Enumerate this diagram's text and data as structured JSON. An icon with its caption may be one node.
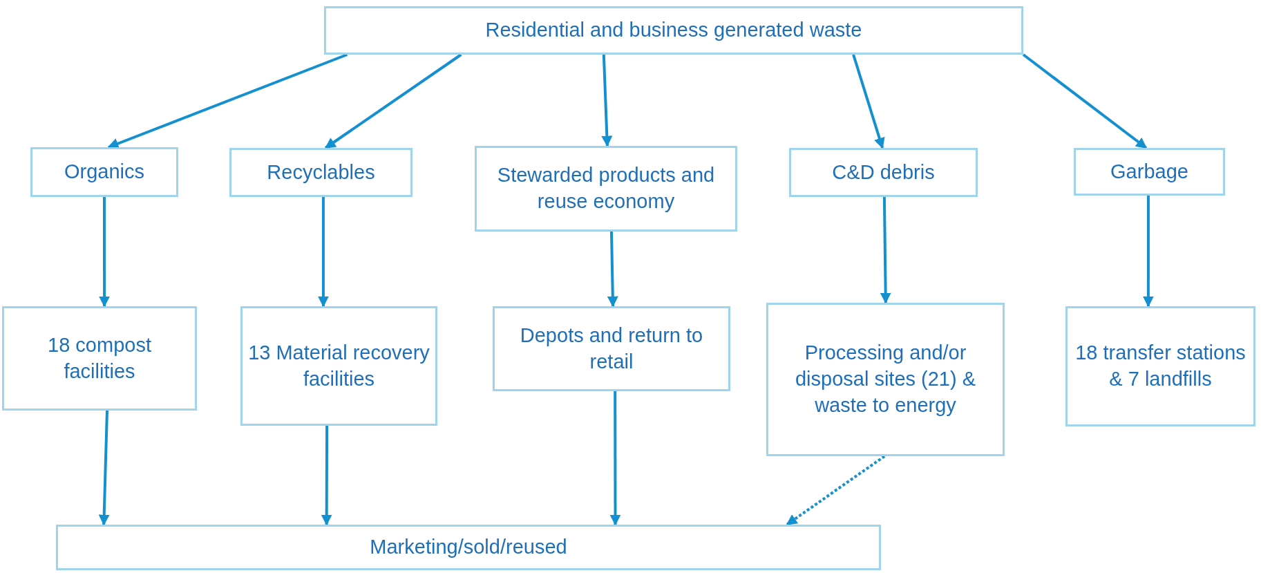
{
  "diagram": {
    "nodes": [
      {
        "text": [
          "Residential and business generated waste"
        ]
      },
      {
        "text": [
          "Organics"
        ]
      },
      {
        "text": [
          "Recyclables"
        ]
      },
      {
        "text": [
          "Stewarded products and reuse economy"
        ]
      },
      {
        "text": [
          "C&D debris"
        ]
      },
      {
        "text": [
          "Garbage"
        ]
      },
      {
        "text": [
          "18 compost facilities"
        ]
      },
      {
        "text": [
          "13 Material recovery facilities"
        ]
      },
      {
        "text": [
          "Depots and return to retail"
        ]
      },
      {
        "text": [
          "Processing and/or disposal sites (21) & waste to energy"
        ]
      },
      {
        "text": [
          "18 transfer stations & 7 landfills"
        ]
      },
      {
        "text": [
          "Marketing/sold/reused"
        ]
      }
    ],
    "edges": [
      {
        "from": 0,
        "to": 1,
        "arrow": "to"
      },
      {
        "from": 0,
        "to": 2,
        "arrow": "to"
      },
      {
        "from": 0,
        "to": 3,
        "arrow": "to"
      },
      {
        "from": 0,
        "to": 4,
        "arrow": "to"
      },
      {
        "from": 0,
        "to": 5,
        "arrow": "to"
      },
      {
        "from": 1,
        "to": 6,
        "arrow": "to"
      },
      {
        "from": 2,
        "to": 7,
        "arrow": "to"
      },
      {
        "from": 3,
        "to": 8,
        "arrow": "to"
      },
      {
        "from": 4,
        "to": 9,
        "arrow": "to"
      },
      {
        "from": 5,
        "to": 10,
        "arrow": "to"
      },
      {
        "from": 6,
        "to": 11,
        "arrow": "to"
      },
      {
        "from": 7,
        "to": 11,
        "arrow": "to"
      },
      {
        "from": 8,
        "to": 11,
        "arrow": "to"
      },
      {
        "from": 9,
        "to": 11,
        "arrow": "to",
        "style": "dashed"
      }
    ]
  }
}
